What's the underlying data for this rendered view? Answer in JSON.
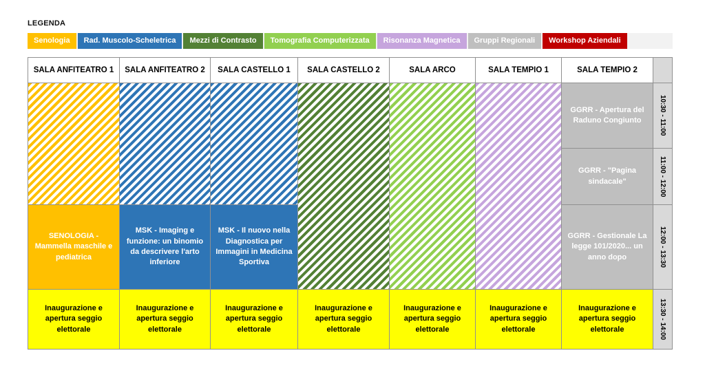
{
  "legend": {
    "title": "LEGENDA",
    "items": [
      {
        "id": "senologia",
        "label": "Senologia",
        "color": "#FFC000"
      },
      {
        "id": "rad-muscolo-scheletrica",
        "label": "Rad. Muscolo-Scheletrica",
        "color": "#2E75B6"
      },
      {
        "id": "mezzi-di-contrasto",
        "label": "Mezzi di Contrasto",
        "color": "#538135"
      },
      {
        "id": "tomografia-computerizzata",
        "label": "Tomografia Computerizzata",
        "color": "#92D050"
      },
      {
        "id": "risonanza-magnetica",
        "label": "Risonanza Magnetica",
        "color": "#C6A5DD"
      },
      {
        "id": "gruppi-regionali",
        "label": "Gruppi Regionali",
        "color": "#BFBFBF"
      },
      {
        "id": "workshop-aziendali",
        "label": "Workshop Aziendali",
        "color": "#C00000"
      }
    ]
  },
  "schedule": {
    "rooms": [
      "SALA ANFITEATRO 1",
      "SALA ANFITEATRO 2",
      "SALA CASTELLO 1",
      "SALA CASTELLO 2",
      "SALA ARCO",
      "SALA TEMPIO 1",
      "SALA TEMPIO 2"
    ],
    "time_slots": [
      "10:30 - 11:00",
      "11:00 - 12:00",
      "12:00 - 13:30",
      "13:30 - 14:00"
    ],
    "events": {
      "senologia": "SENOLOGIA - Mammella maschile e pediatrica",
      "msk_imaging": "MSK - Imaging e funzione: un binomio da descrivere l'arto inferiore",
      "msk_diagnostica": "MSK - Il nuovo nella Diagnostica per Immagini in Medicina Sportiva",
      "ggrr_apertura": "GGRR - Apertura del Raduno Congiunto",
      "ggrr_pagina": "GGRR - \"Pagina sindacale\"",
      "ggrr_gestionale": "GGRR - Gestionale La legge 101/2020... un anno dopo",
      "inaugurazione": "Inaugurazione e apertura seggio elettorale"
    },
    "colors": {
      "yellow_row": "#FFFF00",
      "time_column_bg": "#D9D9D9",
      "grid_line": "#909090"
    }
  }
}
